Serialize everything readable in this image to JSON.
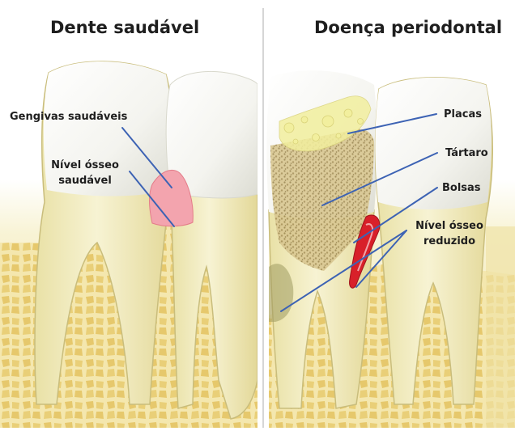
{
  "panels": {
    "left": {
      "title": "Dente saudável",
      "labels": {
        "gums": "Gengivas saudáveis",
        "bone_line1": "Nível ósseo",
        "bone_line2": "saudável"
      }
    },
    "right": {
      "title": "Doença periodontal",
      "labels": {
        "plaque": "Placas",
        "tartar": "Tártaro",
        "pockets": "Bolsas",
        "bone_line1": "Nível ósseo",
        "bone_line2": "reduzido"
      }
    }
  },
  "colors": {
    "leader_line": "#3d63b4",
    "tooth_enamel": "#f6f6f2",
    "root": "#f1ecbf",
    "bone_cells": "#e8cf7a",
    "healthy_gum": "#f3a4ae",
    "inflamed_pocket": "#d8202a",
    "tartar": "#b9a570",
    "plaque": "#f2ef9e",
    "divider": "#c8c8c8"
  }
}
